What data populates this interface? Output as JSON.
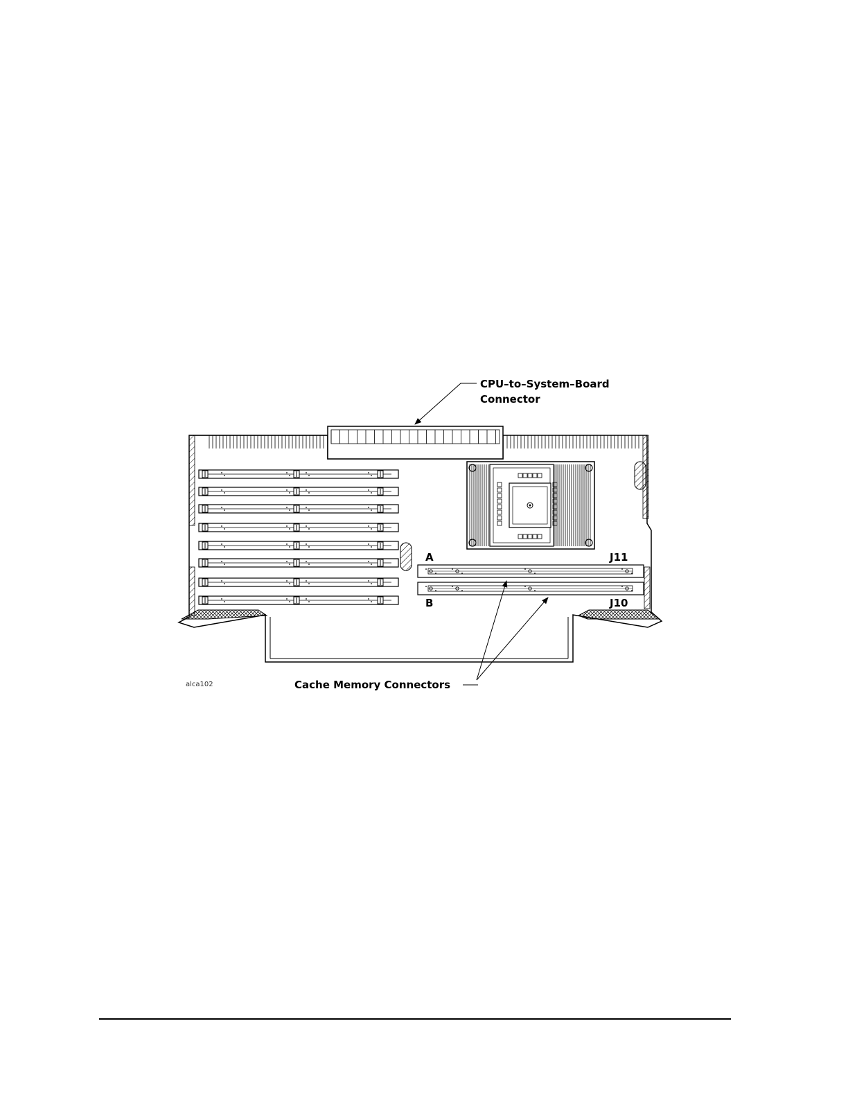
{
  "figure": {
    "figure_id": "alca102",
    "callouts": {
      "cpu_connector_line1": "CPU–to–System–Board",
      "cpu_connector_line2": "Connector",
      "cache_memory_connectors": "Cache Memory Connectors"
    },
    "slot_labels": {
      "a": "A",
      "b": "B",
      "j11": "J11",
      "j10": "J10"
    }
  }
}
